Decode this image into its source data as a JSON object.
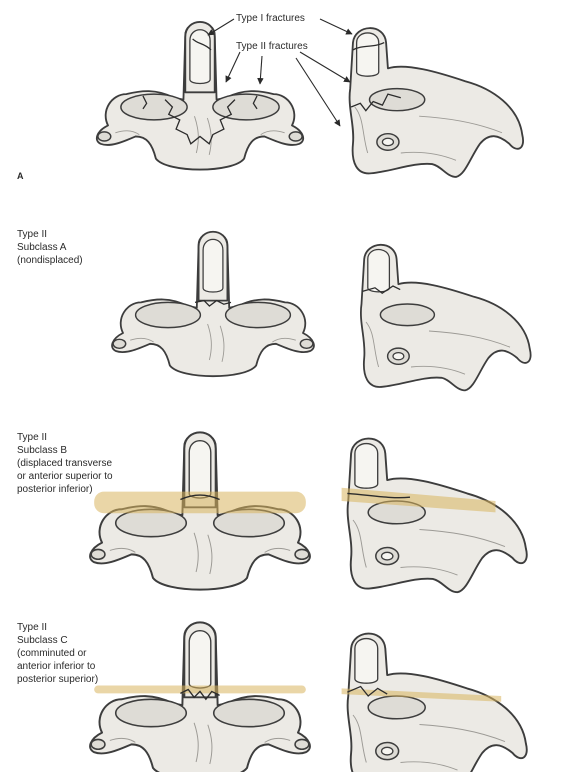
{
  "callouts": {
    "type1": "Type I fractures",
    "type2": "Type II fractures"
  },
  "panel_label": "A",
  "subclasses": {
    "a": "Type II\nSubclass A\n(nondisplaced)",
    "b": "Type II\nSubclass B\n(displaced transverse\nor anterior superior to\nposterior inferior)",
    "c": "Type II\nSubclass C\n(comminuted or\nanterior inferior to\nposterior superior)"
  },
  "colors": {
    "bone": "#eceae5",
    "outline": "#3d3d3d",
    "highlight": "#d9b45e"
  }
}
